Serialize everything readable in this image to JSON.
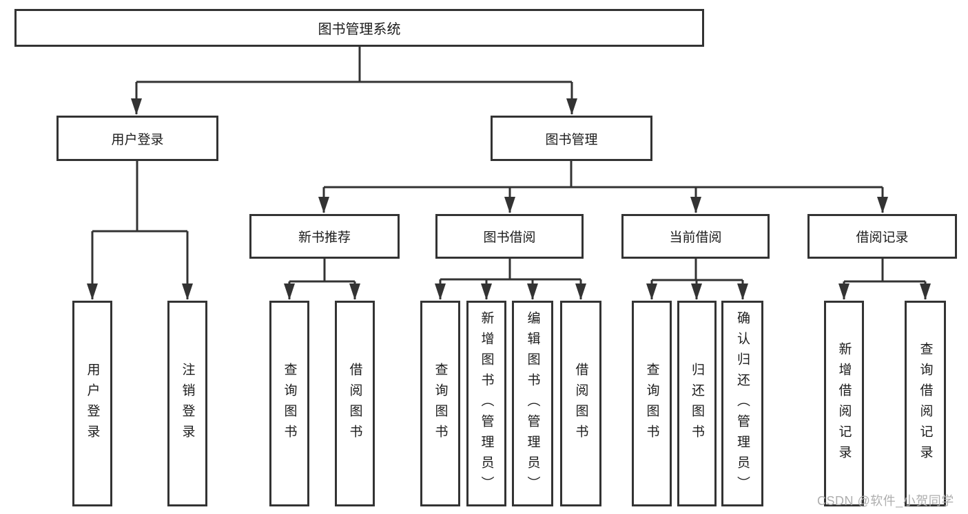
{
  "tree": {
    "label": "图书管理系统",
    "children": [
      {
        "label": "用户登录",
        "children": [
          {
            "label": "用户登录"
          },
          {
            "label": "注销登录"
          }
        ]
      },
      {
        "label": "图书管理",
        "children": [
          {
            "label": "新书推荐",
            "children": [
              {
                "label": "查询图书"
              },
              {
                "label": "借阅图书"
              }
            ]
          },
          {
            "label": "图书借阅",
            "children": [
              {
                "label": "查询图书"
              },
              {
                "label": "新增图书（管理员）"
              },
              {
                "label": "编辑图书（管理员）"
              },
              {
                "label": "借阅图书"
              }
            ]
          },
          {
            "label": "当前借阅",
            "children": [
              {
                "label": "查询图书"
              },
              {
                "label": "归还图书"
              },
              {
                "label": "确认归还（管理员）"
              }
            ]
          },
          {
            "label": "借阅记录",
            "children": [
              {
                "label": "新增借阅记录"
              },
              {
                "label": "查询借阅记录"
              }
            ]
          }
        ]
      }
    ]
  },
  "watermark": {
    "text": "CSDN @软件_小贺同学"
  },
  "colors": {
    "line": "#333333",
    "box_border": "#333333",
    "text": "#1c1c1c",
    "watermark": "#aeaeae",
    "background": "#ffffff"
  }
}
